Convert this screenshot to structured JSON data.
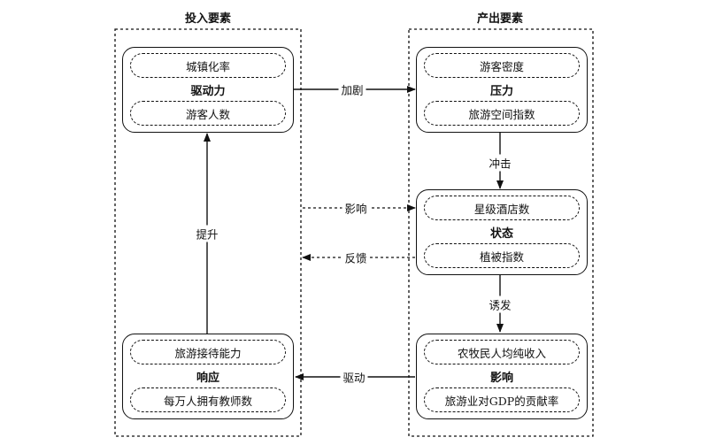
{
  "columns": {
    "input_title": "投入要素",
    "output_title": "产出要素"
  },
  "nodes": {
    "driving_force": {
      "title": "驱动力",
      "items": [
        "城镇化率",
        "游客人数"
      ]
    },
    "response": {
      "title": "响应",
      "items": [
        "旅游接待能力",
        "每万人拥有教师数"
      ]
    },
    "pressure": {
      "title": "压力",
      "items": [
        "游客密度",
        "旅游空间指数"
      ]
    },
    "state": {
      "title": "状态",
      "items": [
        "星级酒店数",
        "植被指数"
      ]
    },
    "impact": {
      "title": "影响",
      "items": [
        "农牧民人均纯收入",
        "旅游业对GDP的贡献率"
      ]
    }
  },
  "edges": {
    "aggravate": "加剧",
    "impact_on": "冲击",
    "influence": "影响",
    "feedback": "反馈",
    "induce": "诱发",
    "drive": "驱动",
    "enhance": "提升"
  }
}
